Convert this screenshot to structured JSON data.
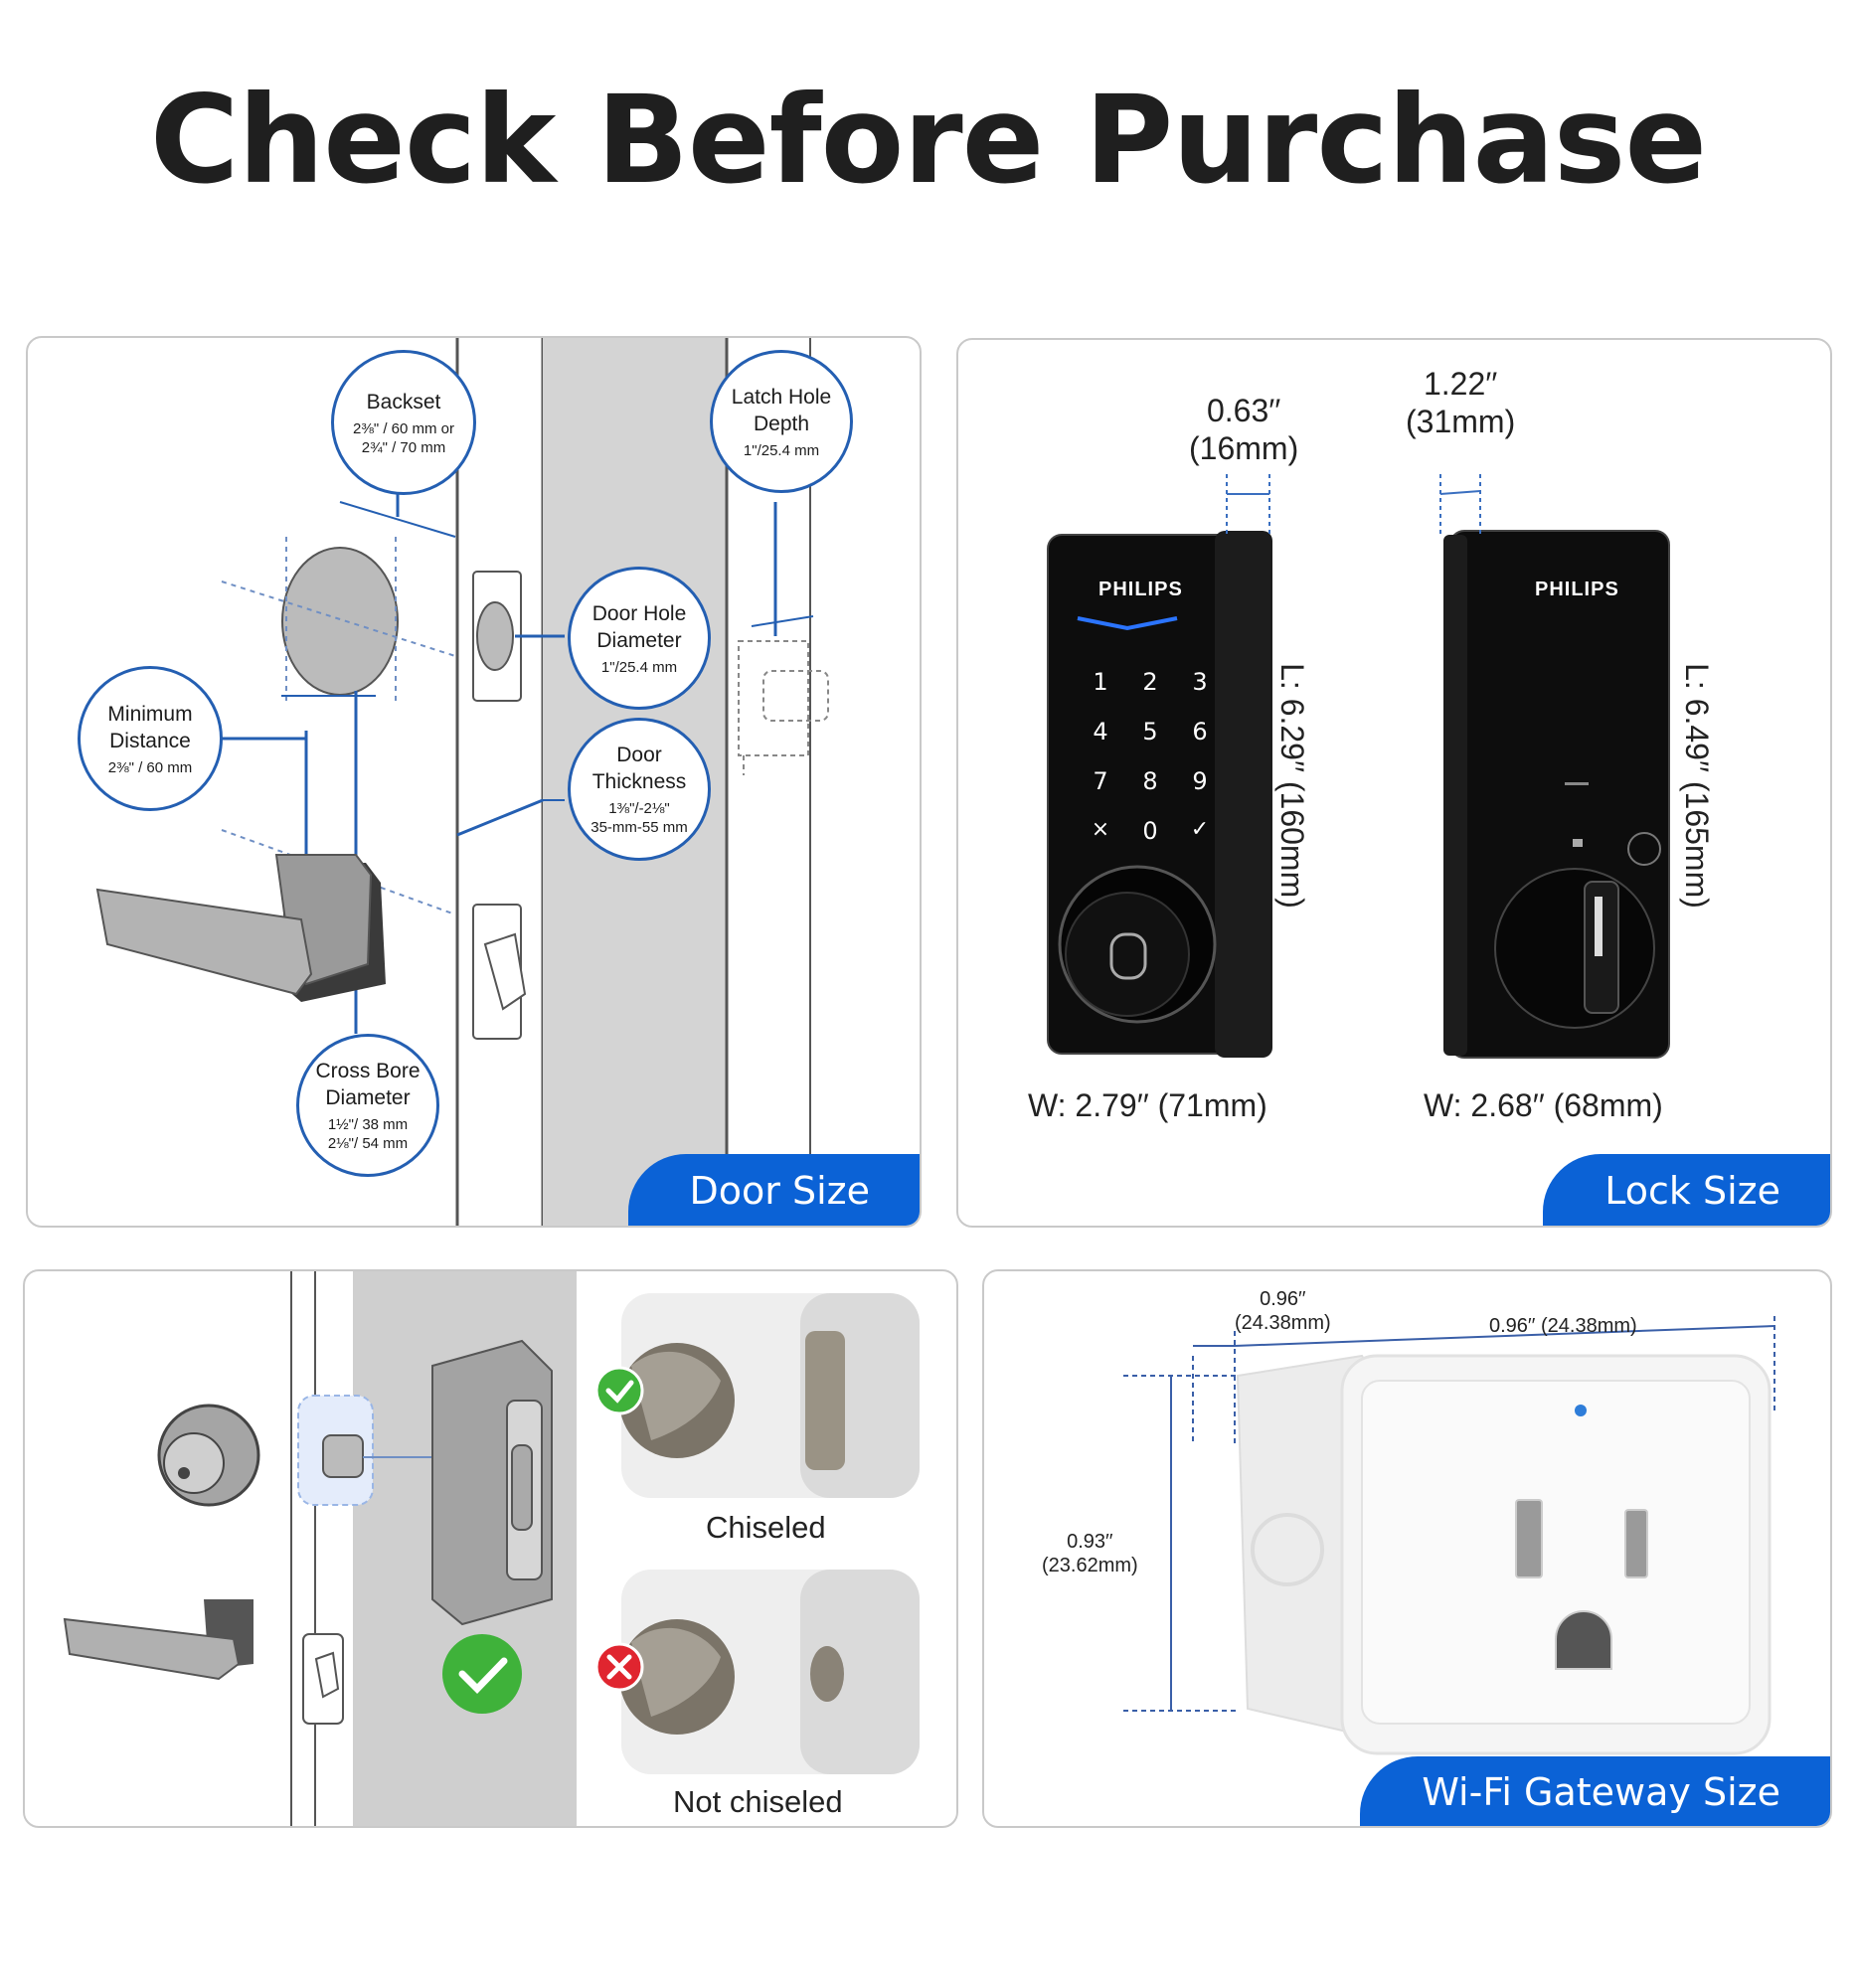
{
  "title": "Check Before Purchase",
  "door_panel": {
    "tab": "Door Size",
    "backset": {
      "label": "Backset",
      "value": "2⅜\" / 60 mm or\n2¾\" / 70 mm"
    },
    "latch_hole_depth": {
      "label": "Latch Hole\nDepth",
      "value": "1\"/25.4 mm"
    },
    "door_hole_diameter": {
      "label": "Door Hole\nDiameter",
      "value": "1\"/25.4 mm"
    },
    "minimum_distance": {
      "label": "Minimum\nDistance",
      "value": "2⅜\" / 60 mm"
    },
    "door_thickness": {
      "label": "Door\nThickness",
      "value": "1⅜\"/-2⅛\"\n35-mm-55 mm"
    },
    "cross_bore_diameter": {
      "label": "Cross Bore\nDiameter",
      "value": "1½\"/ 38 mm\n2⅛\"/ 54 mm"
    }
  },
  "lock_panel": {
    "tab": "Lock Size",
    "brand": "PHILIPS",
    "front": {
      "depth": "0.63′′\n(16mm)",
      "length": "L: 6.29′′ (160mm)",
      "width": "W: 2.79′′ (71mm)"
    },
    "back": {
      "depth": "1.22′′\n(31mm)",
      "length": "L: 6.49′′ (165mm)",
      "width": "W: 2.68′′ (68mm)"
    },
    "keypad": [
      "1",
      "2",
      "3",
      "4",
      "5",
      "6",
      "7",
      "8",
      "9",
      "×",
      "0",
      "✓"
    ]
  },
  "strike_panel": {
    "chiseled": "Chiseled",
    "not_chiseled": "Not chiseled"
  },
  "gateway_panel": {
    "tab": "Wi-Fi Gateway Size",
    "depth": "0.96′′\n(24.38mm)",
    "width": "0.96′′ (24.38mm)",
    "height": "0.93′′\n(23.62mm)"
  },
  "colors": {
    "accent": "#0b62d6",
    "bubble_border": "#245fb2",
    "check": "#3fb23a",
    "cross": "#e0252f"
  }
}
